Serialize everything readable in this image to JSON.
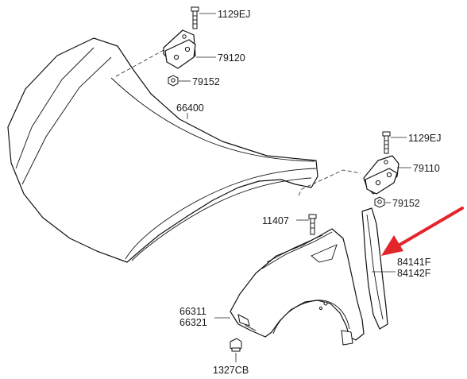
{
  "diagram": {
    "parts": {
      "hood": "66400",
      "bolt_top_left": "1129EJ",
      "hinge_left": "79120",
      "nut_left": "79152",
      "bolt_top_right": "1129EJ",
      "hinge_right": "79110",
      "nut_right": "79152",
      "fender_bolt": "11407",
      "seal_a": "84141F",
      "seal_b": "84142F",
      "fender_a": "66311",
      "fender_b": "66321",
      "clip_nut": "1327CB"
    },
    "colors": {
      "line": "#111111",
      "arrow": "#e3262b",
      "background": "#ffffff"
    },
    "icons": {
      "arrow": "red-callout-arrow-icon",
      "bolt": "bolt-icon",
      "nut": "nut-icon"
    }
  }
}
